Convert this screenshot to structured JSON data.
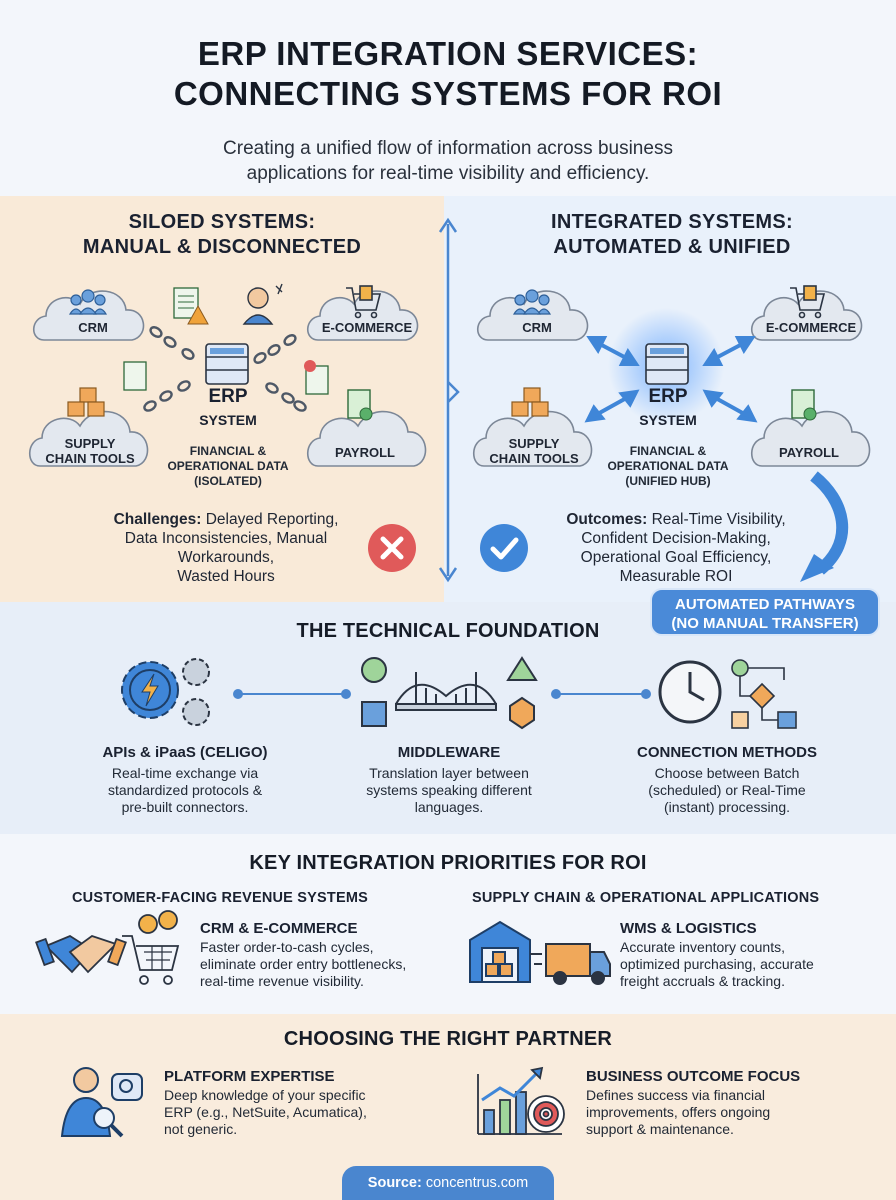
{
  "header": {
    "title_line1": "ERP INTEGRATION SERVICES:",
    "title_line2": "CONNECTING SYSTEMS FOR ROI",
    "subtitle_line1": "Creating a unified flow of information across business",
    "subtitle_line2": "applications for real-time visibility and efficiency."
  },
  "siloed": {
    "title_line1": "SILOED SYSTEMS:",
    "title_line2": "MANUAL & DISCONNECTED",
    "crm": "CRM",
    "ecommerce": "E-COMMERCE",
    "supply_line1": "SUPPLY",
    "supply_line2": "CHAIN TOOLS",
    "payroll": "PAYROLL",
    "erp": "ERP",
    "system": "SYSTEM",
    "data_line1": "FINANCIAL &",
    "data_line2": "OPERATIONAL DATA",
    "data_line3": "(ISOLATED)",
    "challenges_label": "Challenges:",
    "challenges_line1": " Delayed Reporting,",
    "challenges_line2": "Data Inconsistencies, Manual",
    "challenges_line3": "Workarounds,",
    "challenges_line4": "Wasted Hours"
  },
  "integrated": {
    "title_line1": "INTEGRATED SYSTEMS:",
    "title_line2": "AUTOMATED & UNIFIED",
    "crm": "CRM",
    "ecommerce": "E-COMMERCE",
    "supply_line1": "SUPPLY",
    "supply_line2": "CHAIN TOOLS",
    "payroll": "PAYROLL",
    "erp": "ERP",
    "system": "SYSTEM",
    "data_line1": "FINANCIAL &",
    "data_line2": "OPERATIONAL DATA",
    "data_line3": "(UNIFIED HUB)",
    "outcomes_label": "Outcomes:",
    "outcomes_line1": " Real-Time Visibility,",
    "outcomes_line2": "Confident Decision-Making,",
    "outcomes_line3": "Operational Goal Efficiency,",
    "outcomes_line4": "Measurable ROI",
    "badge_line1": "AUTOMATED PATHWAYS",
    "badge_line2": "(NO MANUAL TRANSFER)"
  },
  "technical": {
    "title": "THE TECHNICAL FOUNDATION",
    "items": [
      {
        "title": "APIs & iPaaS (CELIGO)",
        "line1": "Real-time exchange via",
        "line2": "standardized protocols &",
        "line3": "pre-built connectors."
      },
      {
        "title": "MIDDLEWARE",
        "line1": "Translation layer between",
        "line2": "systems speaking different",
        "line3": "languages."
      },
      {
        "title": "CONNECTION METHODS",
        "line1": "Choose between Batch",
        "line2": "(scheduled) or Real-Time",
        "line3": "(instant) processing."
      }
    ]
  },
  "priorities": {
    "title": "KEY INTEGRATION PRIORITIES FOR ROI",
    "left_head": "CUSTOMER-FACING REVENUE SYSTEMS",
    "left_title": "CRM & E-COMMERCE",
    "left_line1": "Faster order-to-cash cycles,",
    "left_line2": "eliminate order entry bottlenecks,",
    "left_line3": "real-time revenue visibility.",
    "right_head": "SUPPLY CHAIN & OPERATIONAL APPLICATIONS",
    "right_title": "WMS & LOGISTICS",
    "right_line1": "Accurate inventory counts,",
    "right_line2": "optimized purchasing, accurate",
    "right_line3": "freight accruals & tracking."
  },
  "partner": {
    "title": "CHOOSING THE RIGHT PARTNER",
    "left_title": "PLATFORM EXPERTISE",
    "left_line1": "Deep knowledge of your specific",
    "left_line2": "ERP (e.g., NetSuite, Acumatica),",
    "left_line3": "not generic.",
    "right_title": "BUSINESS OUTCOME FOCUS",
    "right_line1": "Defines success via financial",
    "right_line2": "improvements, offers ongoing",
    "right_line3": "support & maintenance."
  },
  "footer": {
    "source_label": "Source:",
    "source_value": " concentrus.com"
  },
  "colors": {
    "accent_blue": "#4a8ad8",
    "siloed_bg": "#f9ead8",
    "integrated_bg": "#e9f1fb",
    "error_red": "#e05a5a",
    "check_blue": "#3f86d8",
    "warning_orange": "#f0a33a"
  },
  "icons": [
    "users-icon",
    "shopping-cart-icon",
    "boxes-icon",
    "payroll-document-icon",
    "server-icon",
    "broken-chain-icon",
    "spreadsheet-warning-icon",
    "stressed-person-icon",
    "x-circle-icon",
    "check-circle-icon",
    "gears-bolt-icon",
    "bridge-icon",
    "clock-icon",
    "flowchart-icon",
    "handshake-icon",
    "dollar-cart-icon",
    "warehouse-icon",
    "truck-icon",
    "expert-magnifier-icon",
    "growth-target-icon"
  ]
}
